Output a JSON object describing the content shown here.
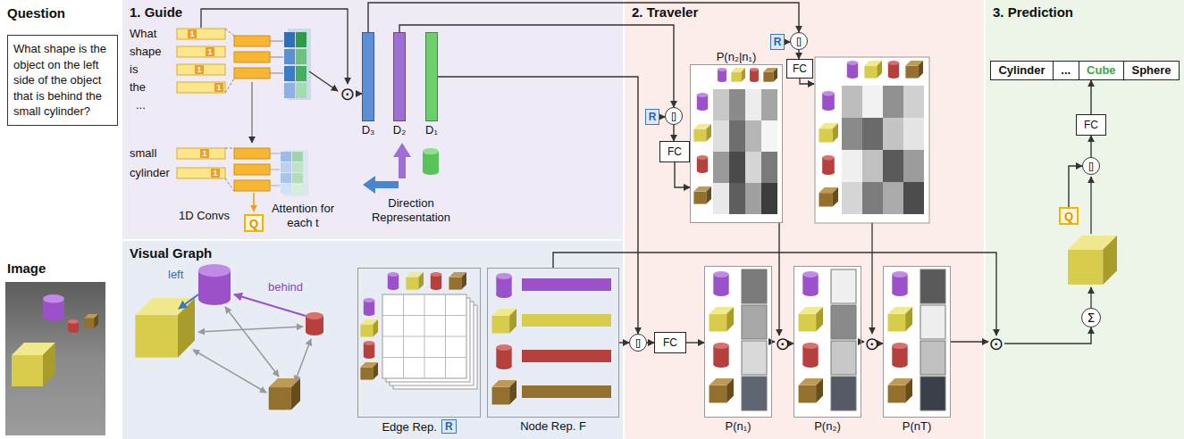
{
  "diagram": {
    "nodes": [
      {
        "text": [
          "Question",
          "What shape is the object on the left side of the object that is behind the small cylinder?"
        ]
      },
      {
        "text": [
          "Image"
        ]
      },
      {
        "text": [
          "1. Guide"
        ]
      },
      {
        "text": [
          "Visual Graph"
        ]
      },
      {
        "text": [
          "2. Traveler"
        ]
      },
      {
        "text": [
          "3. Prediction"
        ]
      },
      {
        "text": [
          "Q"
        ],
        "in": 2
      },
      {
        "text": [
          "⊙"
        ],
        "in": 2
      },
      {
        "text": [
          "D₃"
        ],
        "in": 2
      },
      {
        "text": [
          "D₂"
        ],
        "in": 2
      },
      {
        "text": [
          "D₁"
        ],
        "in": 2
      },
      {
        "text": [
          "Edge Rep.",
          "R"
        ],
        "in": 3
      },
      {
        "text": [
          "Node Rep. F"
        ],
        "in": 3
      },
      {
        "text": [
          "R"
        ],
        "in": 4
      },
      {
        "text": [
          "[]"
        ],
        "in": 4
      },
      {
        "text": [
          "FC"
        ],
        "in": 4
      },
      {
        "text": [
          "P(n₂|n₁)"
        ],
        "in": 4
      },
      {
        "text": [
          "R"
        ],
        "in": 4
      },
      {
        "text": [
          "[]"
        ],
        "in": 4
      },
      {
        "text": [
          "FC"
        ],
        "in": 4
      },
      {
        "text": [
          "[]"
        ],
        "in": 4
      },
      {
        "text": [
          "FC"
        ],
        "in": 4
      },
      {
        "text": [
          "P(n₁)"
        ],
        "in": 4
      },
      {
        "text": [
          "⊙"
        ],
        "in": 4
      },
      {
        "text": [
          "P(n₂)"
        ],
        "in": 4
      },
      {
        "text": [
          "⊙"
        ],
        "in": 4
      },
      {
        "text": [
          "P(nT)"
        ],
        "in": 4
      },
      {
        "text": [
          "⊙"
        ],
        "in": 5
      },
      {
        "text": [
          "Cylinder",
          "...",
          "Cube",
          "Sphere"
        ],
        "in": 5
      },
      {
        "text": [
          "FC"
        ],
        "in": 5
      },
      {
        "text": [
          "[]"
        ],
        "in": 5
      },
      {
        "text": [
          "Q"
        ],
        "in": 5
      },
      {
        "text": [
          "Σ"
        ],
        "in": 5
      }
    ],
    "edges": [
      {
        "from": 7,
        "to": 8,
        "arrow": "to"
      },
      {
        "from": 9,
        "to": 14,
        "arrow": "to"
      },
      {
        "from": 8,
        "to": 18,
        "arrow": "to"
      },
      {
        "from": 10,
        "to": 20,
        "arrow": "to"
      },
      {
        "from": 13,
        "to": 14,
        "arrow": "to"
      },
      {
        "from": 14,
        "to": 15,
        "arrow": "to"
      },
      {
        "from": 15,
        "to": 16,
        "arrow": "to"
      },
      {
        "from": 17,
        "to": 18,
        "arrow": "to"
      },
      {
        "from": 18,
        "to": 19,
        "arrow": "to"
      },
      {
        "from": 16,
        "to": 23,
        "arrow": "to"
      },
      {
        "from": 12,
        "to": 20,
        "arrow": "to"
      },
      {
        "from": 20,
        "to": 21,
        "arrow": "to"
      },
      {
        "from": 21,
        "to": 22,
        "arrow": "to"
      },
      {
        "from": 22,
        "to": 23,
        "arrow": "to"
      },
      {
        "from": 23,
        "to": 24,
        "arrow": "to"
      },
      {
        "from": 24,
        "to": 25,
        "arrow": "to"
      },
      {
        "from": 25,
        "to": 26,
        "arrow": "to"
      },
      {
        "from": 26,
        "to": 27,
        "arrow": "to"
      },
      {
        "from": 12,
        "to": 27,
        "arrow": "to"
      },
      {
        "from": 27,
        "to": 32,
        "arrow": "to"
      },
      {
        "from": 31,
        "to": 30,
        "arrow": "to"
      },
      {
        "from": 30,
        "to": 29,
        "arrow": "to"
      },
      {
        "from": 29,
        "to": 28,
        "arrow": "to"
      }
    ],
    "labels": [
      "What",
      "shape",
      "is",
      "the",
      "...",
      "small",
      "cylinder",
      "1",
      "1",
      "1",
      "1",
      "1",
      "1",
      "1D Convs",
      "Attention for each t",
      "Direction Representation",
      "left",
      "behind"
    ]
  }
}
